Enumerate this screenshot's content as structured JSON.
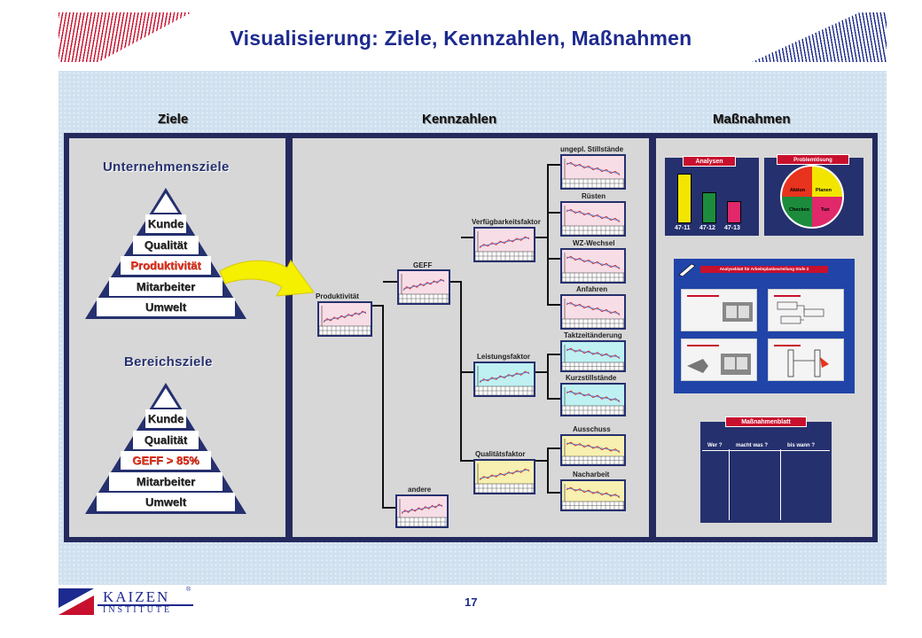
{
  "slide": {
    "title": "Visualisierung: Ziele, Kennzahlen, Maßnahmen",
    "page_number": "17"
  },
  "columns": {
    "ziele": "Ziele",
    "kennzahlen": "Kennzahlen",
    "massnahmen": "Maßnahmen"
  },
  "ziele": {
    "unternehmen": {
      "title": "Unternehmensziele",
      "levels": [
        "Kunde",
        "Qualität",
        "Produktivität",
        "Mitarbeiter",
        "Umwelt"
      ],
      "highlight": "Produktivität"
    },
    "bereich": {
      "title": "Bereichsziele",
      "levels": [
        "Kunde",
        "Qualität",
        "GEFF > 85%",
        "Mitarbeiter",
        "Umwelt"
      ],
      "highlight": "GEFF > 85%"
    }
  },
  "kennzahlen": {
    "produktivitaet": "Produktivität",
    "geff": "GEFF",
    "andere": "andere",
    "verfuegbarkeitsfaktor": "Verfügbarkeitsfaktor",
    "leistungsfaktor": "Leistungsfaktor",
    "qualitaetsfaktor": "Qualitätsfaktor",
    "stillstaende": "ungepl. Stillstände",
    "ruesten": "Rüsten",
    "wz_wechsel": "WZ-Wechsel",
    "anfahren": "Anfahren",
    "taktzeitaenderung": "Taktzeitänderung",
    "kurzstillstaende": "Kurzstillstände",
    "ausschuss": "Ausschuss",
    "nacharbeit": "Nacharbeit"
  },
  "massnahmen": {
    "analyse": {
      "tag": "Analysen",
      "bars": [
        {
          "label": "47-11",
          "value": 1.0,
          "color": "#f2e600"
        },
        {
          "label": "47-12",
          "value": 0.62,
          "color": "#1c8c3c"
        },
        {
          "label": "47-13",
          "value": 0.45,
          "color": "#e0286a"
        }
      ]
    },
    "problemloesung": {
      "tag": "Problemlösung",
      "segments": [
        "Planen",
        "Tun",
        "Checken",
        "Aktion"
      ],
      "colors": {
        "planen": "#f2e600",
        "tun": "#e0286a",
        "checken": "#1c8c3c",
        "aktion": "#e8331e"
      }
    },
    "arbeitsplan_tag": "Analyseblatt für Arbeitsplanbeurteilung Stufe 2",
    "massnahmenblatt": {
      "tag": "Maßnahmenblatt",
      "headers": [
        "Wer ?",
        "macht was ?",
        "bis wann ?"
      ]
    }
  },
  "branding": {
    "logo_top": "KAIZEN",
    "logo_bottom": "INSTITUTE",
    "registered": "®"
  },
  "colors": {
    "title": "#1d2a8f",
    "frame": "#25306e",
    "accent_red": "#e8331e",
    "arrow_yellow": "#f5ef00",
    "chart_pink": "#f7dde6",
    "chart_cyan": "#bff0f2",
    "chart_yellow": "#f7f0b0"
  }
}
